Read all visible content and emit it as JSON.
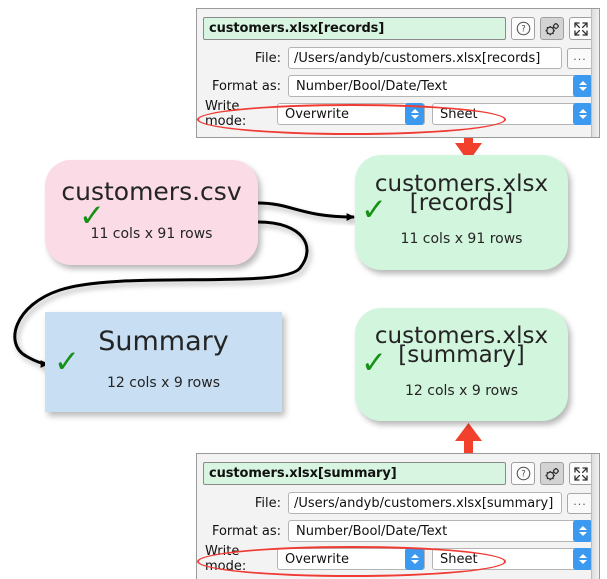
{
  "app": {
    "title": "Data pipeline graph with two Excel sheet write panels"
  },
  "diagram": {
    "nodes": [
      {
        "id": "csv",
        "title": "customers.csv",
        "title_line2": "",
        "subtitle": "11 cols x 91 rows",
        "status_icon": "check-icon",
        "fill": "#fadbe6",
        "shape": "rounded-rect"
      },
      {
        "id": "records",
        "title": "customers.xlsx",
        "title_line2": "[records]",
        "subtitle": "11 cols x 91 rows",
        "status_icon": "check-icon",
        "fill": "#d2f5dd",
        "shape": "rounded-rect"
      },
      {
        "id": "summary",
        "title": "Summary",
        "title_line2": "",
        "subtitle": "12 cols x 9 rows",
        "status_icon": "check-icon",
        "fill": "#c8def3",
        "shape": "rect"
      },
      {
        "id": "sumsheet",
        "title": "customers.xlsx",
        "title_line2": "[summary]",
        "subtitle": "12 cols x 9 rows",
        "status_icon": "check-icon",
        "fill": "#d2f5dd",
        "shape": "rounded-rect"
      }
    ],
    "edge_color": "#000000",
    "callout_arrow_color": "#f2402c",
    "highlight_color": "#ef3b33"
  },
  "panel_top": {
    "title": "customers.xlsx[records]",
    "help_icon": "question-mark-icon",
    "settings_icon": "gears-icon",
    "expand_icon": "expand-arrows-icon",
    "file_label": "File:",
    "file_value": "/Users/andyb/customers.xlsx[records]",
    "browse_label": "...",
    "format_label": "Format as:",
    "format_value": "Number/Bool/Date/Text",
    "write_mode_label": "Write mode:",
    "write_mode_value": "Overwrite",
    "target_value": "Sheet"
  },
  "panel_bottom": {
    "title": "customers.xlsx[summary]",
    "help_icon": "question-mark-icon",
    "settings_icon": "gears-icon",
    "expand_icon": "expand-arrows-icon",
    "file_label": "File:",
    "file_value": "/Users/andyb/customers.xlsx[summary]",
    "browse_label": "...",
    "format_label": "Format as:",
    "format_value": "Number/Bool/Date/Text",
    "write_mode_label": "Write mode:",
    "write_mode_value": "Overwrite",
    "target_value": "Sheet"
  }
}
